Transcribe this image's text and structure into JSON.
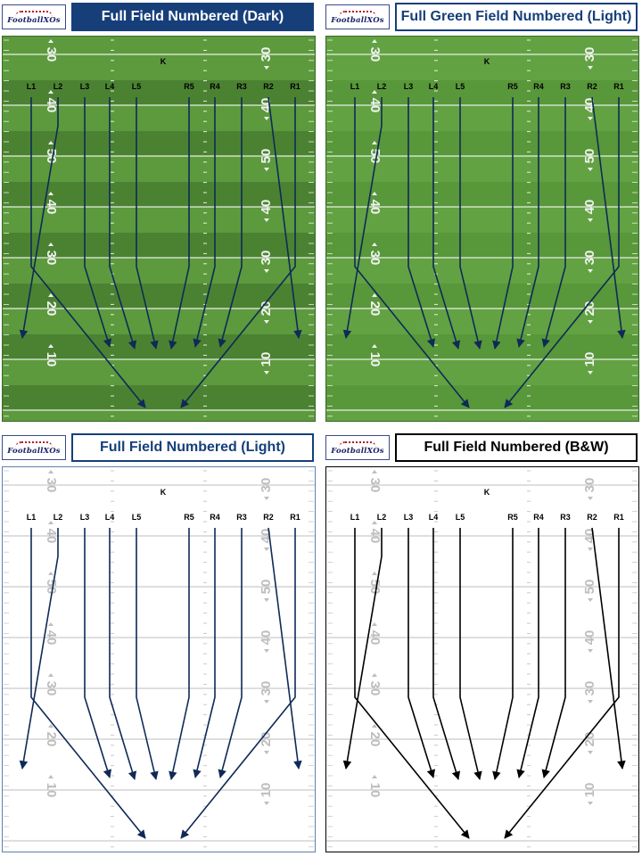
{
  "logo": {
    "text": "FootballXOs"
  },
  "panels": [
    {
      "id": "p0",
      "title": "Full Field Numbered (Dark)",
      "title_style": "dark",
      "field_style": "green-dark",
      "arrow_color": "#0f2a57"
    },
    {
      "id": "p1",
      "title": "Full Green Field Numbered (Light)",
      "title_style": "light",
      "field_style": "green-light",
      "arrow_color": "#0f2a57"
    },
    {
      "id": "p2",
      "title": "Full Field Numbered (Light)",
      "title_style": "light",
      "field_style": "white",
      "arrow_color": "#0f2a57"
    },
    {
      "id": "p3",
      "title": "Full Field Numbered (B&W)",
      "title_style": "bw",
      "field_style": "white-bw",
      "arrow_color": "#000000"
    }
  ],
  "field": {
    "left_numbers": [
      "30",
      "40",
      "50",
      "40",
      "30",
      "20",
      "10"
    ],
    "right_numbers": [
      "30",
      "40",
      "50",
      "40",
      "30",
      "20",
      "10"
    ]
  },
  "kicker": "K",
  "players": [
    "L1",
    "L2",
    "L3",
    "L4",
    "L5",
    "R5",
    "R4",
    "R3",
    "R2",
    "R1"
  ],
  "colors": {
    "green_dark": "#4b8232",
    "green_light": "#62a243",
    "yard_line_light": "#c9c9c9",
    "title_blue": "#163f7a"
  }
}
